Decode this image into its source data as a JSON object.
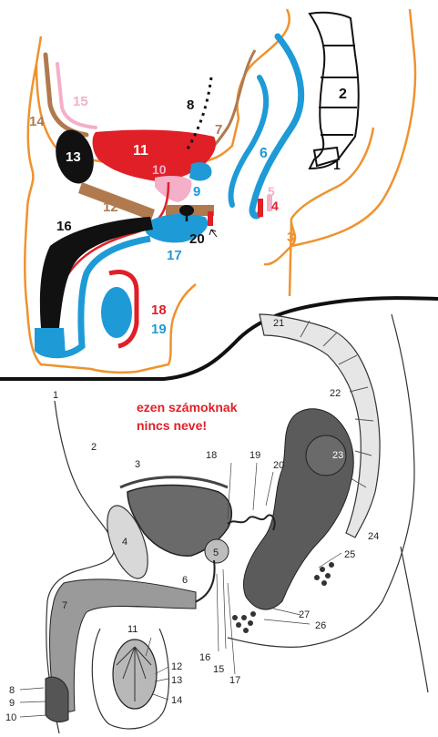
{
  "colors": {
    "orange": "#F0922E",
    "brown": "#B07A4E",
    "pink": "#F4AFC9",
    "red": "#E01F27",
    "blue": "#1E9BD7",
    "black": "#111111",
    "grey_tissue": "#5a5a5a",
    "light_tissue": "#dcdcdc"
  },
  "upper_diagram": {
    "labels": [
      {
        "id": "1",
        "text": "1",
        "color": "#111111"
      },
      {
        "id": "2",
        "text": "2",
        "color": "#111111"
      },
      {
        "id": "3",
        "text": "3",
        "color": "#F0922E"
      },
      {
        "id": "4",
        "text": "4",
        "color": "#E01F27"
      },
      {
        "id": "5",
        "text": "5",
        "color": "#F4AFC9"
      },
      {
        "id": "6",
        "text": "6",
        "color": "#1E9BD7"
      },
      {
        "id": "7",
        "text": "7",
        "color": "#B07A4E"
      },
      {
        "id": "8",
        "text": "8",
        "color": "#111111"
      },
      {
        "id": "9",
        "text": "9",
        "color": "#1E9BD7"
      },
      {
        "id": "10",
        "text": "10",
        "color": "#F4AFC9"
      },
      {
        "id": "11",
        "text": "11",
        "color": "#ffffff"
      },
      {
        "id": "12",
        "text": "12",
        "color": "#B07A4E"
      },
      {
        "id": "13",
        "text": "13",
        "color": "#ffffff"
      },
      {
        "id": "14",
        "text": "14",
        "color": "#B07A4E"
      },
      {
        "id": "15",
        "text": "15",
        "color": "#F4AFC9"
      },
      {
        "id": "16",
        "text": "16",
        "color": "#111111"
      },
      {
        "id": "17",
        "text": "17",
        "color": "#1E9BD7"
      },
      {
        "id": "18",
        "text": "18",
        "color": "#E01F27"
      },
      {
        "id": "19",
        "text": "19",
        "color": "#1E9BD7"
      },
      {
        "id": "20",
        "text": "20",
        "color": "#111111"
      }
    ]
  },
  "lower_diagram": {
    "note_line1": "ezen számoknak",
    "note_line2": "nincs neve!",
    "note_color": "#E01F27",
    "numbers": [
      "1",
      "2",
      "3",
      "4",
      "5",
      "6",
      "7",
      "8",
      "9",
      "10",
      "11",
      "12",
      "13",
      "14",
      "15",
      "16",
      "17",
      "18",
      "19",
      "20",
      "21",
      "22",
      "23",
      "24",
      "25",
      "26",
      "27"
    ]
  }
}
